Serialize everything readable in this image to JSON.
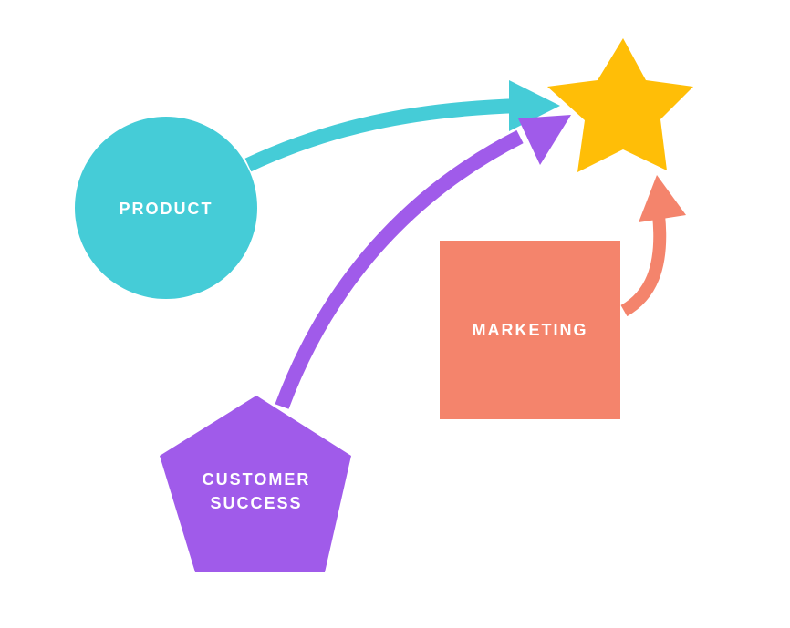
{
  "diagram": {
    "nodes": {
      "product": {
        "shape": "circle",
        "label": "PRODUCT",
        "color": "#45CCD7"
      },
      "marketing": {
        "shape": "square",
        "label": "MARKETING",
        "color": "#F4846C"
      },
      "customer_success": {
        "shape": "pentagon",
        "label_lines": [
          "CUSTOMER",
          "SUCCESS"
        ],
        "color": "#A05BEA"
      },
      "goal": {
        "shape": "star",
        "color": "#FFBE07"
      }
    },
    "edges": [
      {
        "from": "product",
        "to": "goal",
        "color": "#45CCD7"
      },
      {
        "from": "customer_success",
        "to": "goal",
        "color": "#A05BEA"
      },
      {
        "from": "marketing",
        "to": "goal",
        "color": "#F4846C"
      }
    ]
  }
}
